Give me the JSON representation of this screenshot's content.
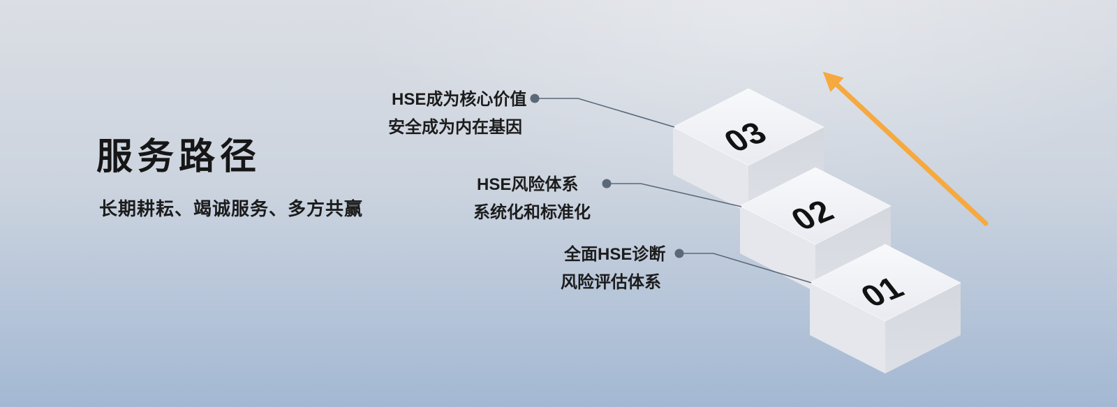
{
  "slide": {
    "title": "服务路径",
    "subtitle": "长期耕耘、竭诚服务、多方共赢"
  },
  "steps": [
    {
      "number": "03",
      "label_line1": "HSE成为核心价值",
      "label_line2": "安全成为内在基因"
    },
    {
      "number": "02",
      "label_line1": "HSE风险体系",
      "label_line2": "系统化和标准化"
    },
    {
      "number": "01",
      "label_line1": "全面HSE诊断",
      "label_line2": "风险评估体系"
    }
  ],
  "colors": {
    "arrow": "#F6A93F",
    "callout_line": "#5A6878",
    "callout_dot": "#5A6878",
    "text": "#1C1C1C",
    "background_top": "#DBDEE4",
    "background_bottom": "#A3B8D3",
    "step_top_face": "#F4F5F8",
    "step_left_face": "#E5E7EC",
    "step_right_face": "#D4D7DE"
  }
}
